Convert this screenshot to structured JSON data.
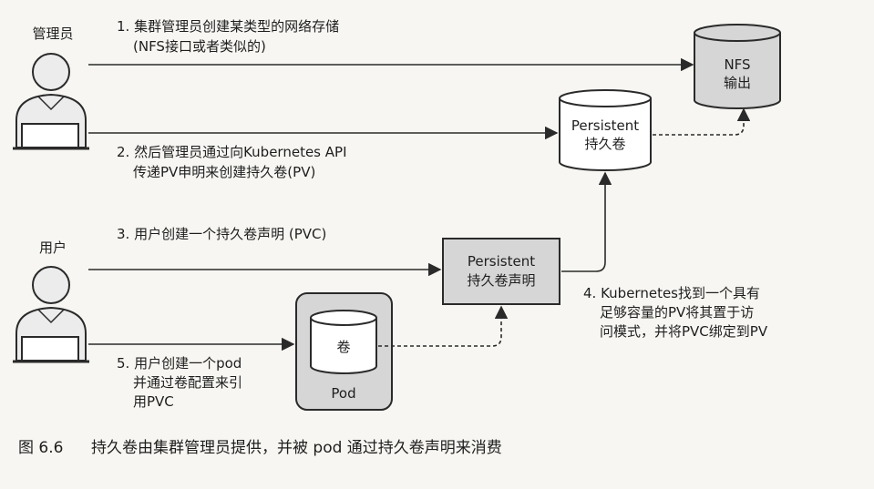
{
  "actors": {
    "admin": {
      "label": "管理员",
      "icon": "person-at-laptop-icon"
    },
    "user": {
      "label": "用户",
      "icon": "person-at-laptop-icon"
    }
  },
  "nodes": {
    "nfs": {
      "lines": [
        "NFS",
        "输出"
      ]
    },
    "pv": {
      "lines": [
        "Persistent",
        "持久卷"
      ]
    },
    "pvc": {
      "lines": [
        "Persistent",
        "持久卷声明"
      ]
    },
    "pod": {
      "label": "Pod",
      "volume": "卷"
    }
  },
  "steps": {
    "s1": [
      "1. 集群管理员创建某类型的网络存储",
      "(NFS接口或者类似的)"
    ],
    "s2": [
      "2. 然后管理员通过向Kubernetes API",
      "传递PV申明来创建持久卷(PV)"
    ],
    "s3": [
      "3. 用户创建一个持久卷声明 (PVC)"
    ],
    "s4": [
      "4. Kubernetes找到一个具有",
      "足够容量的PV将其置于访",
      "问模式，并将PVC绑定到PV"
    ],
    "s5": [
      "5. 用户创建一个pod",
      "并通过卷配置来引",
      "用PVC"
    ]
  },
  "caption": {
    "figure": "图 6.6",
    "text": "持久卷由集群管理员提供，并被 pod 通过持久卷声明来消费"
  },
  "colors": {
    "box_fill": "#d6d6d6",
    "line": "#2a2a2a",
    "background": "#f7f6f2"
  }
}
